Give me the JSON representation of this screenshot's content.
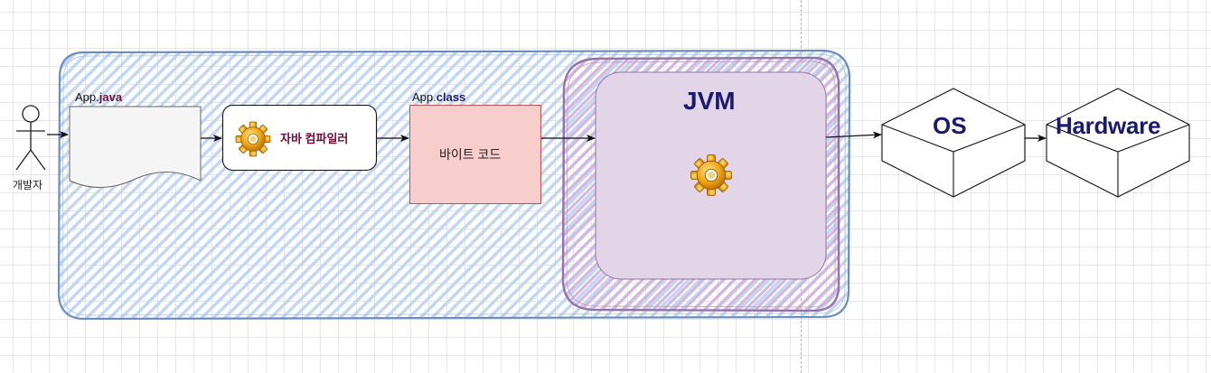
{
  "developer": {
    "label": "개발자"
  },
  "source_file": {
    "name": "App.",
    "ext": "java",
    "ext_color": "#6b0e3a"
  },
  "compiler": {
    "label": "자바 컴파일러",
    "icon": "gear-icon"
  },
  "class_file": {
    "name": "App.",
    "ext": "class",
    "ext_color": "#1a1a6e",
    "content": "바이트 코드"
  },
  "jvm": {
    "label": "JVM",
    "icon": "gear-icon"
  },
  "os": {
    "label": "OS"
  },
  "hardware": {
    "label": "Hardware"
  },
  "colors": {
    "outer_group_border": "#6c8ebf",
    "outer_group_hatch": "#bcd4f2",
    "jvm_group_border": "#9673a6",
    "jvm_box_fill": "#e1d5e7",
    "bytecode_fill": "#f8cecc",
    "bytecode_border": "#b85450",
    "label_dark_blue": "#1a1a6e"
  }
}
